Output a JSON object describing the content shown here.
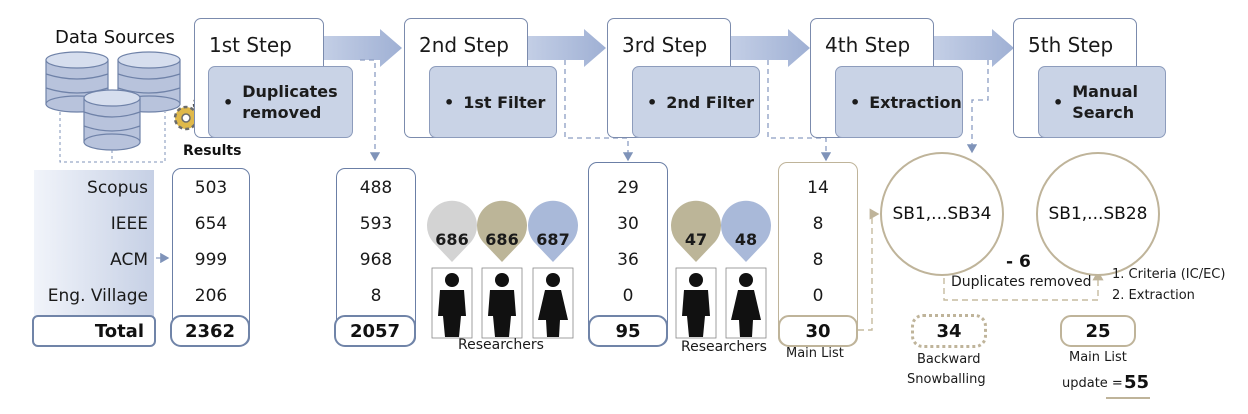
{
  "data_sources": {
    "title": "Data Sources",
    "results_label": "Results",
    "sources": [
      "Scopus",
      "IEEE",
      "ACM",
      "Eng. Village"
    ],
    "total_label": "Total",
    "results": [
      "503",
      "654",
      "999",
      "206"
    ],
    "results_total": "2362"
  },
  "steps": [
    {
      "title": "1st Step",
      "sub": "Duplicates removed"
    },
    {
      "title": "2nd Step",
      "sub": "1st Filter"
    },
    {
      "title": "3rd Step",
      "sub": "2nd Filter"
    },
    {
      "title": "4th Step",
      "sub": "Extraction"
    },
    {
      "title": "5th Step",
      "sub": "Manual Search"
    }
  ],
  "columns": {
    "step1": {
      "values": [
        "488",
        "593",
        "968",
        "8"
      ],
      "total": "2057"
    },
    "step2": {
      "values": [
        "29",
        "30",
        "36",
        "0"
      ],
      "total": "95"
    },
    "step3": {
      "values": [
        "14",
        "8",
        "8",
        "0"
      ],
      "total": "30",
      "label": "Main List"
    }
  },
  "researchers_1": {
    "pins": [
      "686",
      "686",
      "687"
    ],
    "label": "Researchers"
  },
  "researchers_2": {
    "pins": [
      "47",
      "48"
    ],
    "label": "Researchers"
  },
  "snowball": {
    "circle1": "SB1,...SB34",
    "circle2": "SB1,...SB28",
    "minus": "- 6",
    "duplicates_removed": "Duplicates removed",
    "criteria_1": "1. Criteria (IC/EC)",
    "criteria_2": "2. Extraction",
    "backward_value": "34",
    "backward_label_1": "Backward",
    "backward_label_2": "Snowballing",
    "main_value": "25",
    "main_label": "Main List",
    "update_label": "update =",
    "update_value": "55"
  },
  "colors": {
    "accent_blue": "#7084a8",
    "light_blue": "#c9d3e6",
    "tan": "#bfb49a",
    "pin_gray": "#d3d3d3",
    "pin_tan": "#bcb598",
    "pin_blue": "#a9b9d9"
  }
}
